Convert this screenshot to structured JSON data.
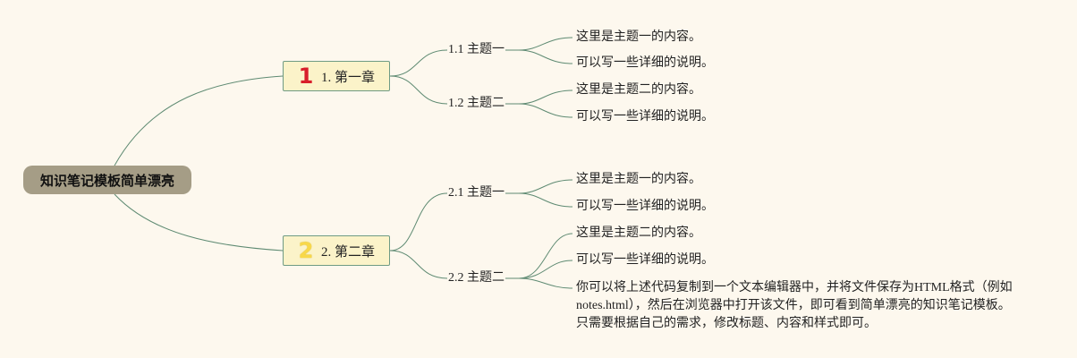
{
  "root": {
    "label": "知识笔记模板简单漂亮"
  },
  "chapters": [
    {
      "badge": "1",
      "label": "1. 第一章",
      "topics": [
        {
          "label": "1.1 主题一",
          "notes": [
            "这里是主题一的内容。",
            "可以写一些详细的说明。"
          ]
        },
        {
          "label": "1.2 主题二",
          "notes": [
            "这里是主题二的内容。",
            "可以写一些详细的说明。"
          ]
        }
      ]
    },
    {
      "badge": "2",
      "label": "2. 第二章",
      "topics": [
        {
          "label": "2.1 主题一",
          "notes": [
            "这里是主题一的内容。",
            "可以写一些详细的说明。"
          ]
        },
        {
          "label": "2.2 主题二",
          "notes": [
            "这里是主题二的内容。",
            "可以写一些详细的说明。"
          ],
          "extra_note_lines": [
            "你可以将上述代码复制到一个文本编辑器中，并将文件保存为HTML格式（例如",
            "notes.html），然后在浏览器中打开该文件，即可看到简单漂亮的知识笔记模板。",
            "只需要根据自己的需求，修改标题、内容和样式即可。"
          ]
        }
      ]
    }
  ],
  "colors": {
    "background": "#fdf8ee",
    "connector": "#5e8a72",
    "root_fill": "#a59d86",
    "chapter_fill": "#fbf3c9",
    "badge_1": "#d81e2b",
    "badge_2": "#f8d84a"
  }
}
